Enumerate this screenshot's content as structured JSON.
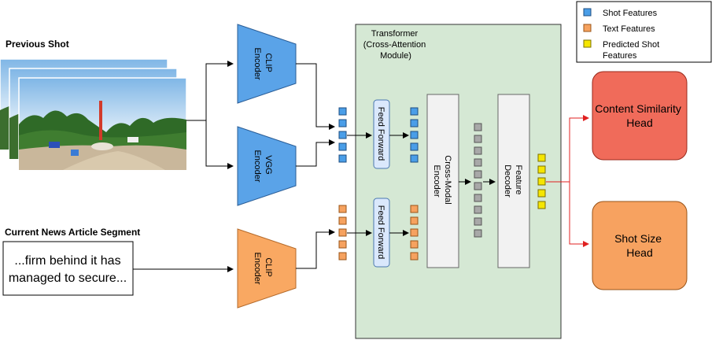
{
  "inputs": {
    "previous_shot_label": "Previous Shot",
    "current_segment_label": "Current News Article Segment",
    "article_text_line1": "...firm behind it has",
    "article_text_line2": "managed to secure..."
  },
  "encoders": {
    "clip_top": {
      "line1": "CLIP",
      "line2": "Encoder"
    },
    "vgg": {
      "line1": "VGG",
      "line2": "Encoder"
    },
    "clip_bottom": {
      "line1": "CLIP",
      "line2": "Encoder"
    }
  },
  "transformer": {
    "title_line1": "Transformer",
    "title_line2": "(Cross-Attention",
    "title_line3": "Module)",
    "feed_forward_top": "Feed Forward",
    "feed_forward_bottom": "Feed Forward",
    "cross_modal_line1": "Cross-Modal",
    "cross_modal_line2": "Encoder",
    "feature_decoder_line1": "Feature",
    "feature_decoder_line2": "Decoder"
  },
  "heads": {
    "content_similarity_line1": "Content Similarity",
    "content_similarity_line2": "Head",
    "shot_size_line1": "Shot Size",
    "shot_size_line2": "Head"
  },
  "legend": {
    "shot_features": "Shot Features",
    "text_features": "Text Features",
    "predicted_line1": "Predicted Shot",
    "predicted_line2": "Features"
  },
  "colors": {
    "shot_blue": "#4a9ee8",
    "text_orange": "#f6a25f",
    "predicted_yellow": "#f5e600",
    "gray_token": "#a8a8a8",
    "transformer_green": "#d5e8d4",
    "encoder_blue": "#5aa3e8",
    "encoder_orange": "#f9a862",
    "head_red": "#f06b5a",
    "head_orange": "#f7a260",
    "arrow_red": "#e02020"
  }
}
